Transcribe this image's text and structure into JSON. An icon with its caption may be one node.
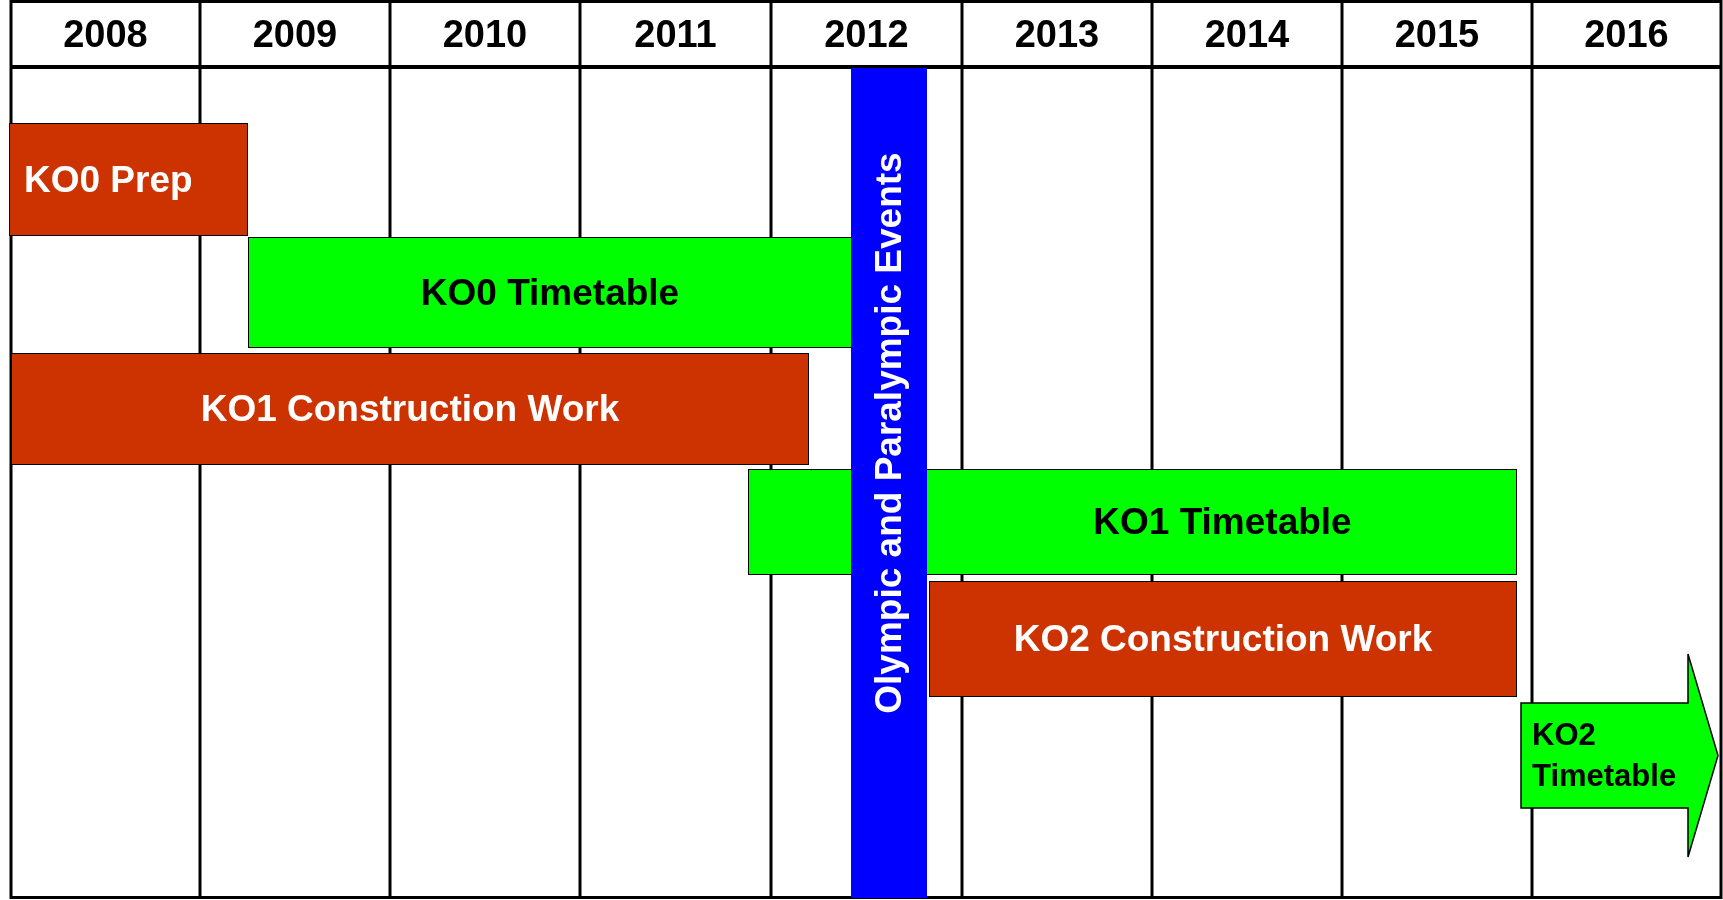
{
  "diagram": {
    "nodes": [
      {
        "text": [
          "KO0 Prep"
        ]
      },
      {
        "text": [
          "KO0 Timetable"
        ]
      },
      {
        "text": [
          "KO1 Construction Work"
        ]
      },
      {
        "text": [
          "KO1 Timetable"
        ]
      },
      {
        "text": [
          "KO2 Construction Work"
        ]
      },
      {
        "text": [
          "KO2 Timetable"
        ]
      },
      {
        "text": [
          "Olympic and Paralympic Events"
        ]
      }
    ],
    "labels": [
      "2008",
      "2009",
      "2010",
      "2011",
      "2012",
      "2013",
      "2014",
      "2015",
      "2016"
    ]
  }
}
